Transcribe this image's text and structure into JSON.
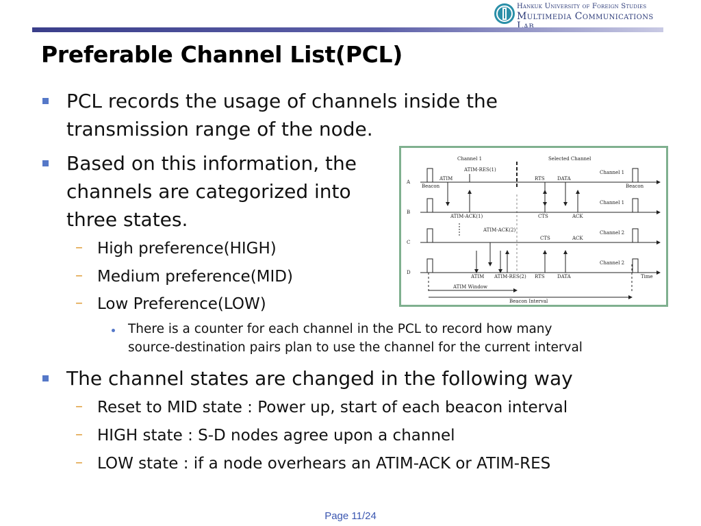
{
  "header": {
    "logo_line1": "Hankuk University of Foreign Studies",
    "logo_line2": "Multimedia Communications Lab."
  },
  "title": "Preferable Channel List(PCL)",
  "bullets": [
    {
      "text_line1": "PCL records the usage of channels inside the",
      "text_line2": "transmission range of the node."
    },
    {
      "text_line1": "Based on this information, the",
      "text_line2": "channels are categorized into",
      "text_line3": "three states."
    },
    {
      "text": "High preference(HIGH)"
    },
    {
      "text": "Medium preference(MID)"
    },
    {
      "text": "Low Preference(LOW)"
    },
    {
      "text_line1": "There is a counter for each channel in the PCL to record how many",
      "text_line2": "source-destination pairs plan to use the channel for the current interval"
    },
    {
      "text": "The channel states are changed in the following way"
    },
    {
      "text": "Reset to MID state : Power up, start of each beacon interval"
    },
    {
      "text": "HIGH state : S-D nodes agree upon a channel"
    },
    {
      "text": "LOW state : if a node overhears an ATIM-ACK or ATIM-RES"
    }
  ],
  "figure": {
    "channel1": "Channel 1",
    "selected_channel": "Selected Channel",
    "rows": [
      "A",
      "B",
      "C",
      "D"
    ],
    "row_channels": [
      "Channel 1",
      "Channel 1",
      "Channel 2",
      "Channel 2"
    ],
    "beacon": "Beacon",
    "atim": "ATIM",
    "atim_res_1": "ATIM-RES(1)",
    "atim_ack_1": "ATIM-ACK(1)",
    "atim_ack_2": "ATIM-ACK(2)",
    "atim_res_2": "ATIM-RES(2)",
    "rts": "RTS",
    "cts": "CTS",
    "data": "DATA",
    "ack": "ACK",
    "time": "Time",
    "atim_window": "ATIM Window",
    "beacon_interval": "Beacon Interval"
  },
  "page": {
    "label": "Page 11/24"
  }
}
